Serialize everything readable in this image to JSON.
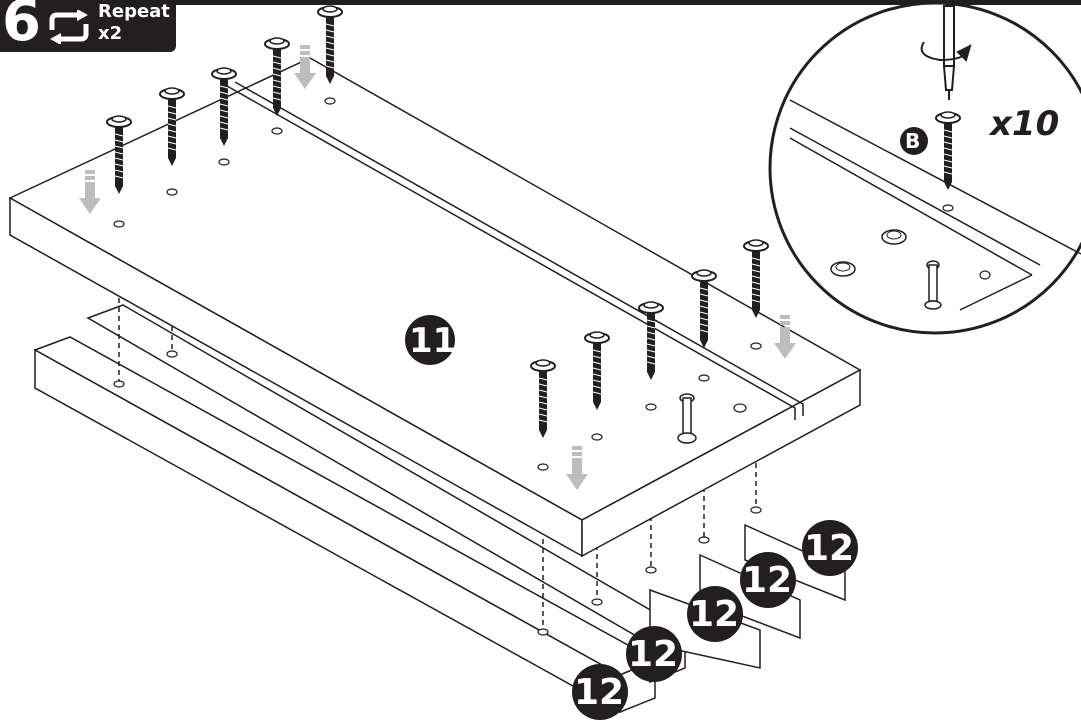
{
  "step": {
    "number": "6",
    "repeat_label": "Repeat",
    "repeat_count": "x2",
    "icon": "repeat-icon"
  },
  "parts": {
    "panel": "11",
    "leg": "12",
    "screw": "B"
  },
  "detail": {
    "quantity": "x10",
    "tool": "screwdriver-icon"
  },
  "colors": {
    "ink": "#231f20",
    "panel_fill": "#ffffff",
    "arrow": "#bdbdbd"
  }
}
